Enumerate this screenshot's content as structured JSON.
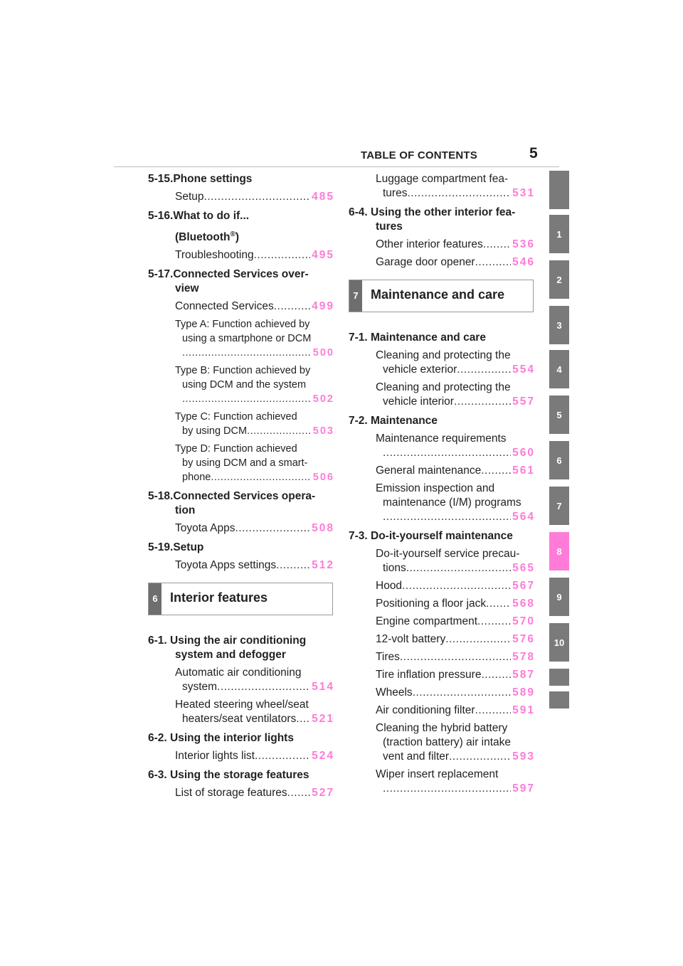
{
  "header": {
    "title": "TABLE OF CONTENTS",
    "page": "5"
  },
  "tabs": [
    "",
    "1",
    "2",
    "3",
    "4",
    "5",
    "6",
    "7",
    "8",
    "9",
    "10",
    "",
    ""
  ],
  "active_tab": "8",
  "col1": {
    "s515_title": "5-15.Phone settings",
    "s515_e1_label": "Setup",
    "s515_e1_page": "485",
    "s516_title_a": "5-16.What to do if...",
    "s516_title_b": "(Bluetooth",
    "s516_title_sup": "®",
    "s516_title_c": ")",
    "s516_e1_label": "Troubleshooting",
    "s516_e1_page": "495",
    "s517_title_a": "5-17.Connected Services over-",
    "s517_title_b": "view",
    "s517_e1_label": "Connected Services",
    "s517_e1_page": "499",
    "s517_e2_l1": "Type A: Function achieved by",
    "s517_e2_l2": "using a smartphone or DCM",
    "s517_e2_page": "500",
    "s517_e3_l1": "Type B: Function achieved by",
    "s517_e3_l2": "using DCM and the system",
    "s517_e3_page": "502",
    "s517_e4_l1": "Type C: Function achieved",
    "s517_e4_l2": "by using DCM",
    "s517_e4_page": "503",
    "s517_e5_l1": "Type D: Function achieved",
    "s517_e5_l2": "by using DCM and a smart-",
    "s517_e5_l3": "phone",
    "s517_e5_page": "506",
    "s518_title_a": "5-18.Connected Services opera-",
    "s518_title_b": "tion",
    "s518_e1_label": "Toyota Apps",
    "s518_e1_page": "508",
    "s519_title": "5-19.Setup",
    "s519_e1_label": "Toyota Apps settings",
    "s519_e1_page": "512",
    "box6_num": "6",
    "box6_title": "Interior features",
    "s61_title_a": "6-1.  Using the air conditioning",
    "s61_title_b": "system and defogger",
    "s61_e1_l1": "Automatic air conditioning",
    "s61_e1_l2": "system",
    "s61_e1_page": "514",
    "s61_e2_l1": "Heated steering wheel/seat",
    "s61_e2_l2": "heaters/seat ventilators",
    "s61_e2_page": "521",
    "s62_title": "6-2.  Using the interior lights",
    "s62_e1_label": "Interior lights list",
    "s62_e1_page": "524",
    "s63_title": "6-3.  Using the storage features",
    "s63_e1_label": "List of storage features",
    "s63_e1_page": "527"
  },
  "col2": {
    "c_e1_l1": "Luggage compartment fea-",
    "c_e1_l2": "tures",
    "c_e1_page": "531",
    "s64_title_a": "6-4.  Using the other interior fea-",
    "s64_title_b": "tures",
    "s64_e1_label": "Other interior features",
    "s64_e1_page": "536",
    "s64_e2_label": "Garage door opener",
    "s64_e2_page": "546",
    "box7_num": "7",
    "box7_title": "Maintenance and care",
    "s71_title": "7-1.  Maintenance and care",
    "s71_e1_l1": "Cleaning and protecting the",
    "s71_e1_l2": "vehicle exterior",
    "s71_e1_page": "554",
    "s71_e2_l1": "Cleaning and protecting the",
    "s71_e2_l2": "vehicle interior",
    "s71_e2_page": "557",
    "s72_title": "7-2.  Maintenance",
    "s72_e1_l1": "Maintenance requirements",
    "s72_e1_page": "560",
    "s72_e2_label": "General maintenance",
    "s72_e2_page": "561",
    "s72_e3_l1": "Emission inspection and",
    "s72_e3_l2": "maintenance (I/M) programs",
    "s72_e3_page": "564",
    "s73_title": "7-3.  Do-it-yourself maintenance",
    "s73_e1_l1": "Do-it-yourself service precau-",
    "s73_e1_l2": "tions",
    "s73_e1_page": "565",
    "s73_e2_label": "Hood",
    "s73_e2_page": "567",
    "s73_e3_label": "Positioning a floor jack",
    "s73_e3_page": "568",
    "s73_e4_label": "Engine compartment",
    "s73_e4_page": "570",
    "s73_e5_label": "12-volt battery",
    "s73_e5_page": "576",
    "s73_e6_label": "Tires",
    "s73_e6_page": "578",
    "s73_e7_label": "Tire inflation pressure",
    "s73_e7_page": "587",
    "s73_e8_label": "Wheels",
    "s73_e8_page": "589",
    "s73_e9_label": "Air conditioning filter",
    "s73_e9_page": "591",
    "s73_e10_l1": "Cleaning the hybrid battery",
    "s73_e10_l2": "(traction battery) air intake",
    "s73_e10_l3": "vent and filter",
    "s73_e10_page": "593",
    "s73_e11_l1": "Wiper insert replacement",
    "s73_e11_page": "597"
  }
}
